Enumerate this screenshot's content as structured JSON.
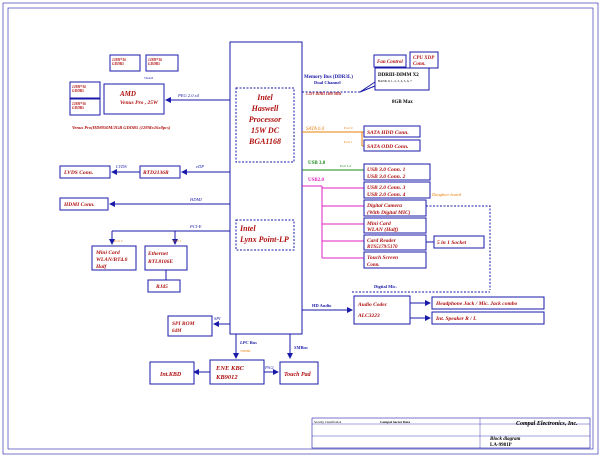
{
  "cpu": {
    "line1": "Intel",
    "line2": "Haswell",
    "line3": "Processor",
    "line4": "15W DC",
    "line5": "BGA1168"
  },
  "pch": {
    "line1": "Intel",
    "line2": "Lynx Point-LP"
  },
  "gpu": {
    "mem1": "128M*16\nGDDR5",
    "mem2": "128M*16\nGDDR5",
    "mem3": "128M*16\nGDDR5",
    "mem4": "128M*16\nGDDR5",
    "vram_label": "VRAM",
    "name1": "AMD",
    "name2": "Venus Pro , 25W",
    "bus": "PEG 2.0 x4",
    "caption": "Venus Pro(HD8850M/2GB GDDR5 (128Mx16x8pcs)"
  },
  "memory": {
    "bus_label": "Memory Bus (DDR3L)",
    "bus_sub": "Dual Channel",
    "voltage": "1.35V DDR3 1600 MHz",
    "dimm1": "DDRIII-DIMM X2",
    "dimm2": "BANK 0, 1, 2, 3, 4, 5, 6, 7",
    "size": "8GB Max"
  },
  "fan": {
    "label": "Fan Control"
  },
  "xdp": {
    "line1": "CPU XDP",
    "line2": "Conn."
  },
  "sata": {
    "bus": "SATA 6.0",
    "port0": "Port 0",
    "port1": "Port 1",
    "hdd": "SATA HDD Conn.",
    "odd": "SATA ODD Conn."
  },
  "usb3": {
    "bus": "USB 3.0",
    "port": "Port 1,2",
    "c1a": "USB 3.0 Conn. 1",
    "c1b": "USB 3.0 Conn. 2"
  },
  "usb2": {
    "bus": "USB2.0",
    "c3": "USB 2.0 Conn. 3",
    "c4": "USB 2.0 Conn. 4",
    "daughter": "Daughter board",
    "cam1": "Digital Camera",
    "cam2": "(With Digital MIC)",
    "wlan1": "Mini Card",
    "wlan2": "WLAN (Half)",
    "reader1": "Card Reader",
    "reader2": "RTS5179/5170",
    "socket": "5 in 1 Socket",
    "touch": "Touch Screen",
    "touch2": "Conn."
  },
  "lvds": {
    "conn": "LVDS  Conn.",
    "bus": "LVDS",
    "bridge": "RTD2136R",
    "edp": "eDP"
  },
  "hdmi": {
    "conn": "HDMI Conn.",
    "bus": "HDMI"
  },
  "pcie": {
    "bus": "PCI-E",
    "port2": "Port 2",
    "port1": "Port 1",
    "mini1": "Mini Card",
    "mini2": "WLAN/BT4.0",
    "mini3": "Half",
    "eth1": "Ethernet",
    "eth2": "RTL8106E",
    "rj45": "RJ45"
  },
  "spi": {
    "label": "SPI",
    "rom1": "SPI ROM",
    "rom2": "64M"
  },
  "audio": {
    "bus": "HD Audio",
    "mic": "Digital Mic.",
    "codec1": "Audio Codec",
    "codec2": "ALC3223",
    "hp": "Headphone Jack / Mic. Jack combo",
    "spk": "Int. Speaker R / L"
  },
  "lpc": {
    "bus": "LPC Bus",
    "speed": "33MHz",
    "kbc1": "ENE KBC",
    "kbc2": "KB9012",
    "ps2": "PS/2",
    "smbus": "SMBus"
  },
  "kbd": {
    "label": "Int.KBD"
  },
  "tpad": {
    "label": "Touch Pad"
  },
  "title_block": {
    "security": "Security Classification",
    "secret": "Compal Secret Data",
    "company": "Compal Electronics, Inc.",
    "title": "Block diagram",
    "doc": "LA-9981P"
  }
}
